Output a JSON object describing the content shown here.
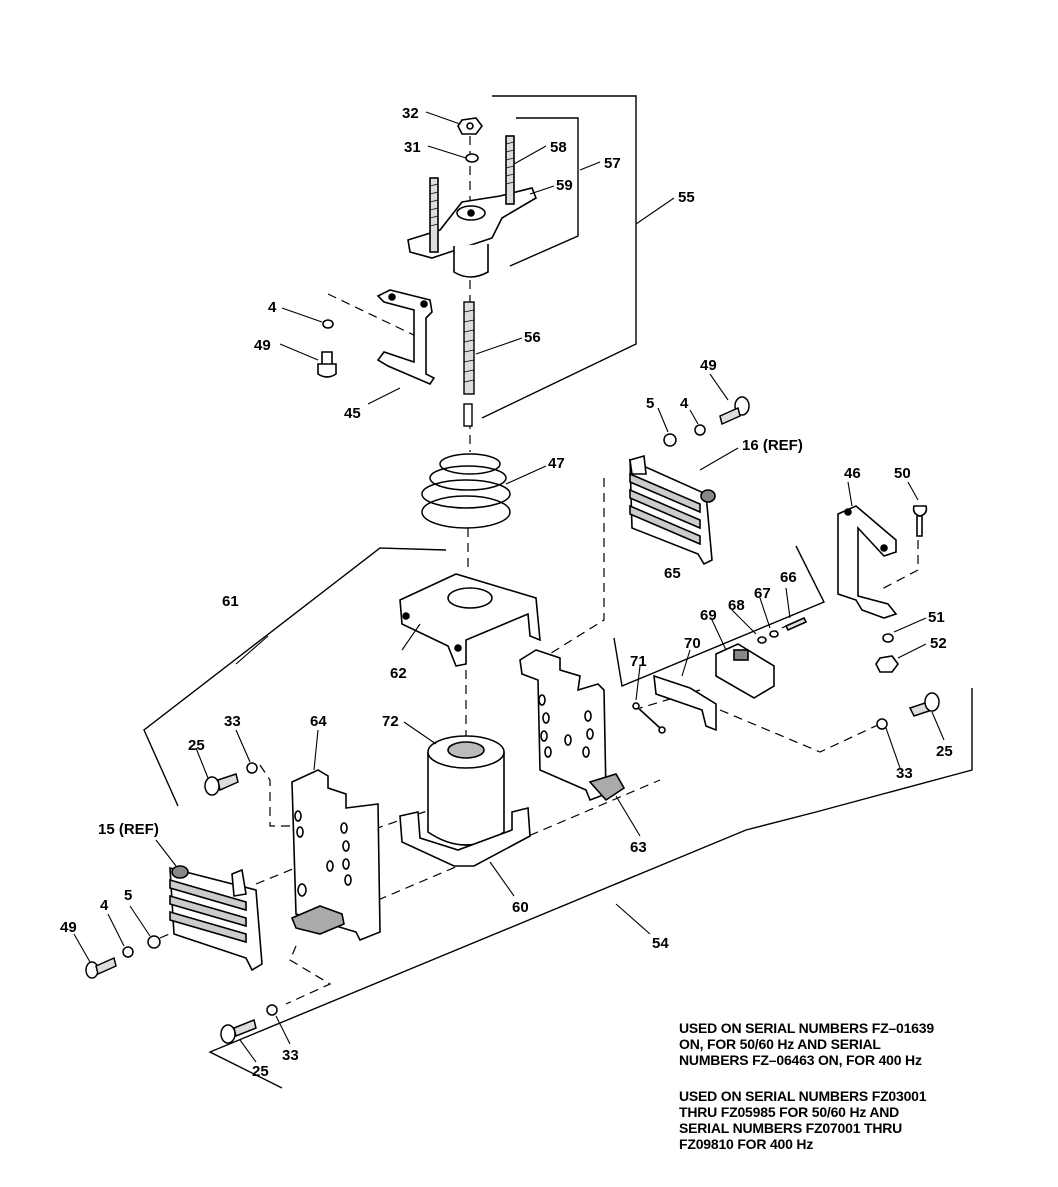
{
  "diagram": {
    "callouts": {
      "c32": "32",
      "c31": "31",
      "c58": "58",
      "c57": "57",
      "c59": "59",
      "c55": "55",
      "c4a": "4",
      "c49a": "49",
      "c56": "56",
      "c45": "45",
      "c49b": "49",
      "c5b": "5",
      "c4b": "4",
      "c16": "16 (REF)",
      "c47": "47",
      "c46": "46",
      "c50": "50",
      "c61": "61",
      "c65": "65",
      "c66": "66",
      "c67": "67",
      "c68": "68",
      "c69": "69",
      "c51": "51",
      "c52": "52",
      "c62": "62",
      "c71": "71",
      "c70": "70",
      "c33a": "33",
      "c64": "64",
      "c72": "72",
      "c25a": "25",
      "c33b": "33",
      "c25b": "25",
      "c15": "15 (REF)",
      "c63": "63",
      "c5a": "5",
      "c4c": "4",
      "c49c": "49",
      "c60": "60",
      "c54": "54",
      "c33c": "33",
      "c25c": "25"
    }
  },
  "notes": {
    "note_1": [
      "USED ON SERIAL NUMBERS FZ–01639",
      "ON, FOR 50/60 Hz AND SERIAL",
      "NUMBERS FZ–06463 ON, FOR 400 Hz"
    ],
    "note_2": [
      "USED ON SERIAL NUMBERS FZ03001",
      "THRU FZ05985 FOR 50/60 Hz AND",
      "SERIAL NUMBERS FZ07001 THRU",
      "FZ09810 FOR 400 Hz"
    ]
  }
}
